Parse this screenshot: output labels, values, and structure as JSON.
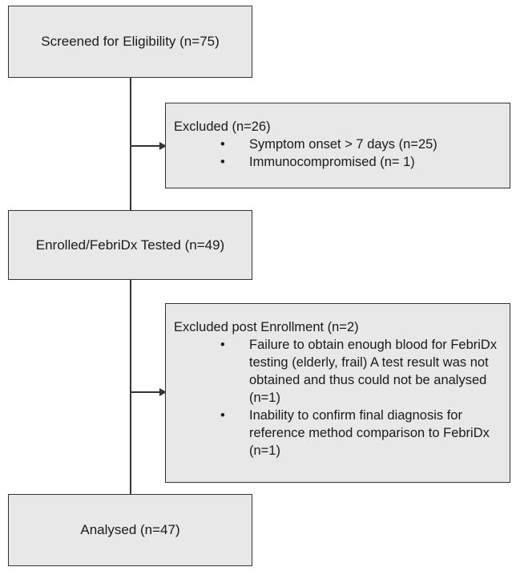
{
  "nodes": {
    "screened": "Screened for Eligibility  (n=75)",
    "excluded": {
      "heading": "Excluded (n=26)",
      "items": [
        "Symptom onset > 7 days (n=25)",
        "Immunocompromised (n= 1)"
      ]
    },
    "enrolled": "Enrolled/FebriDx Tested  (n=49)",
    "excluded_post": {
      "heading": "Excluded post Enrollment (n=2)",
      "items": [
        "Failure to obtain enough blood for FebriDx testing (elderly, frail) A test result was not obtained and thus could not be analysed (n=1)",
        "Inability to confirm final diagnosis for reference method comparison to FebriDx (n=1)"
      ]
    },
    "analysed": "Analysed (n=47)"
  },
  "bullet_glyph": "•"
}
